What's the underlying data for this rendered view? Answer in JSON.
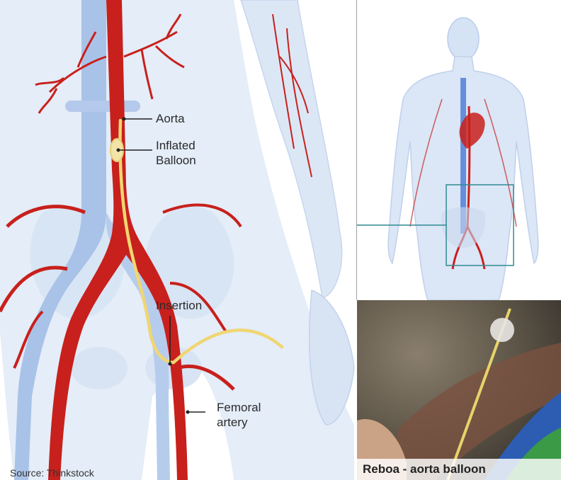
{
  "labels": {
    "aorta": "Aorta",
    "balloon_line1": "Inflated",
    "balloon_line2": "Balloon",
    "insertion": "Insertion",
    "femoral_line1": "Femoral",
    "femoral_line2": "artery"
  },
  "source": "Source: Thinkstock",
  "photo_caption": "Reboa - aorta balloon",
  "colors": {
    "artery": "#c8201c",
    "vein": "#a9c2e8",
    "skin": "#e4edf8",
    "catheter": "#f0d673",
    "callout_box": "#2f8a93"
  }
}
